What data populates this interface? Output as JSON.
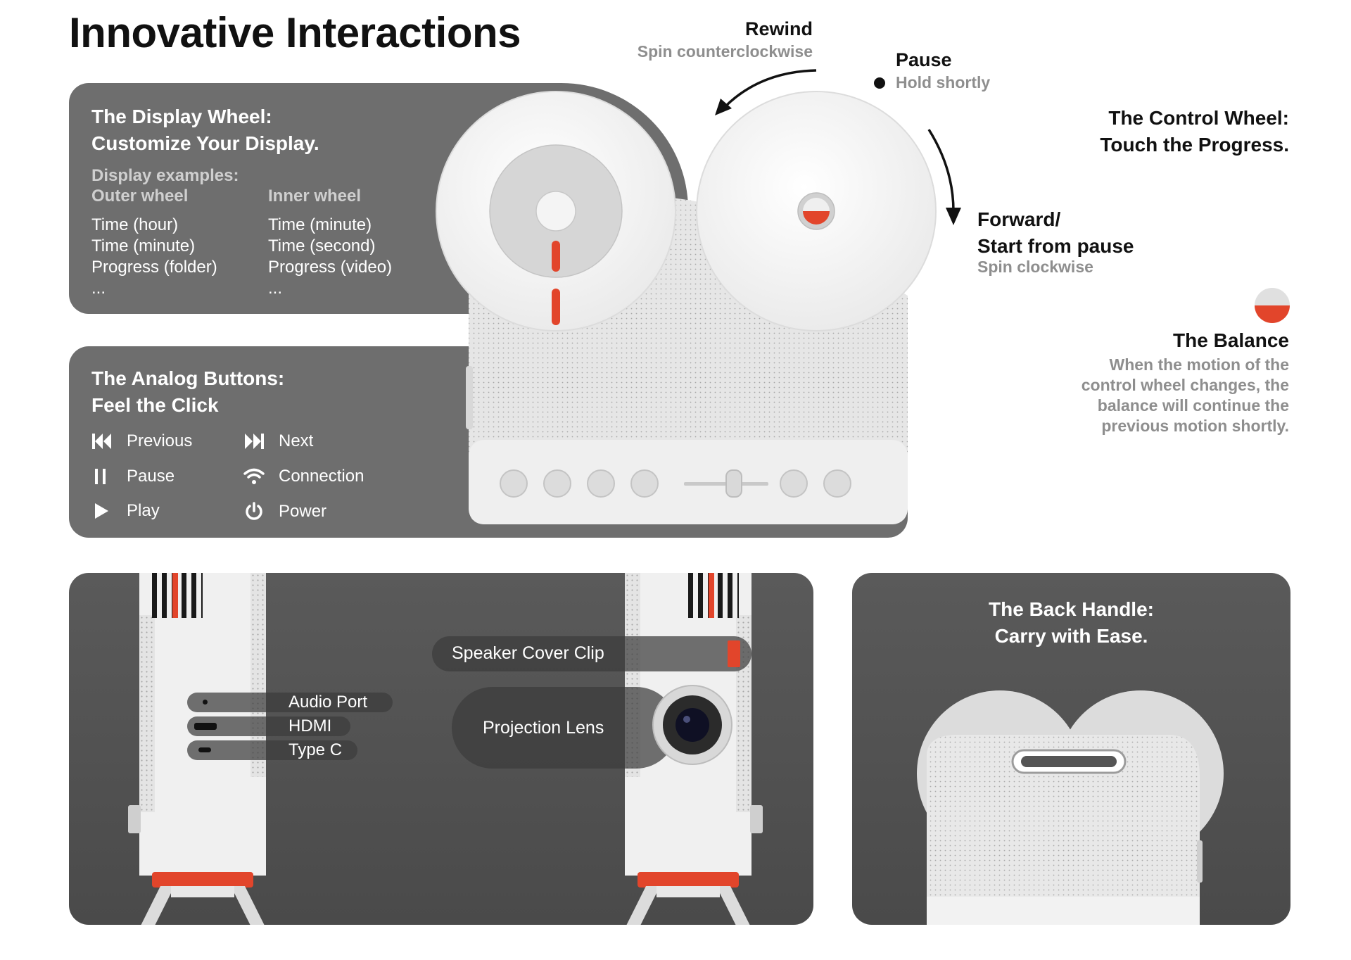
{
  "title": "Innovative Interactions",
  "rewind": {
    "label": "Rewind",
    "hint": "Spin counterclockwise"
  },
  "pause": {
    "label": "Pause",
    "hint": "Hold shortly"
  },
  "forward": {
    "line1": "Forward/",
    "line2": "Start from pause",
    "hint": "Spin clockwise"
  },
  "control_wheel": {
    "line1": "The Control Wheel:",
    "line2": "Touch the Progress."
  },
  "balance": {
    "title": "The Balance",
    "desc": [
      "When the motion of the",
      "control wheel changes, the",
      "balance will continue the",
      "previous motion shortly."
    ]
  },
  "display_wheel": {
    "line1": "The Display Wheel:",
    "line2": "Customize Your Display.",
    "examples_label": "Display examples:",
    "outer_header": "Outer wheel",
    "inner_header": "Inner wheel",
    "outer_items": [
      "Time (hour)",
      "Time (minute)",
      "Progress (folder)",
      "..."
    ],
    "inner_items": [
      "Time (minute)",
      "Time (second)",
      "Progress (video)",
      "..."
    ]
  },
  "analog_buttons": {
    "line1": "The Analog Buttons:",
    "line2": "Feel the Click",
    "items": [
      {
        "icon": "previous-icon",
        "label": "Previous"
      },
      {
        "icon": "next-icon",
        "label": "Next"
      },
      {
        "icon": "pause-icon",
        "label": "Pause"
      },
      {
        "icon": "wifi-icon",
        "label": "Connection"
      },
      {
        "icon": "play-icon",
        "label": "Play"
      },
      {
        "icon": "power-icon",
        "label": "Power"
      }
    ]
  },
  "ports": {
    "audio": "Audio Port",
    "hdmi": "HDMI",
    "typec": "Type C"
  },
  "speaker_clip": "Speaker Cover Clip",
  "lens": "Projection Lens",
  "back_handle": {
    "line1": "The Back Handle:",
    "line2": "Carry with Ease."
  },
  "colors": {
    "accent": "#e2452b",
    "panel": "#6e6e6e",
    "panel_dark": "#4f4f4f",
    "muted_text": "#8e8e8e"
  }
}
